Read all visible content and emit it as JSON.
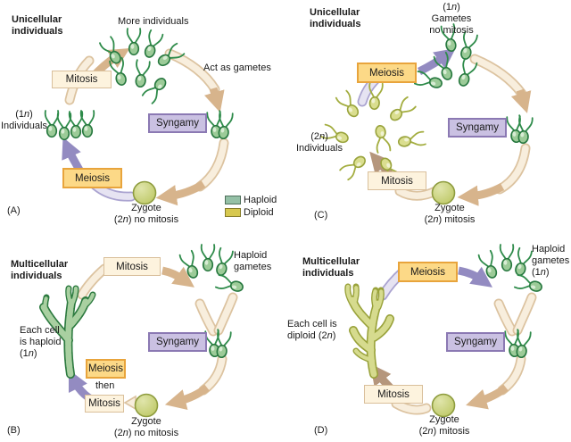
{
  "panels": {
    "a": {
      "letter": "(A)",
      "title": "Unicellular\nindividuals",
      "more_individuals": "More individuals",
      "act_as_gametes": "Act as gametes",
      "mitosis": "Mitosis",
      "syngamy": "Syngamy",
      "meiosis": "Meiosis",
      "individuals": "(1n)\nIndividuals",
      "zygote": "Zygote\n(2n) no mitosis"
    },
    "b": {
      "letter": "(B)",
      "title": "Multicellular\nindividuals",
      "mitosis_top": "Mitosis",
      "haploid_gametes": "Haploid\ngametes",
      "each_cell": "Each cell\nis haploid\n(1n)",
      "syngamy": "Syngamy",
      "meiosis": "Meiosis",
      "then": "then",
      "mitosis_bottom": "Mitosis",
      "zygote": "Zygote\n(2n) no mitosis"
    },
    "c": {
      "letter": "(C)",
      "title": "Unicellular\nindividuals",
      "gametes": "(1n)\nGametes\nno mitosis",
      "meiosis": "Meiosis",
      "syngamy": "Syngamy",
      "mitosis": "Mitosis",
      "individuals": "(2n)\nIndividuals",
      "zygote": "Zygote\n(2n) mitosis"
    },
    "d": {
      "letter": "(D)",
      "title": "Multicellular\nindividuals",
      "meiosis": "Meiosis",
      "haploid_gametes": "Haploid\ngametes\n(1n)",
      "each_cell": "Each cell is\ndiploid (2n)",
      "syngamy": "Syngamy",
      "mitosis": "Mitosis",
      "zygote": "Zygote\n(2n) mitosis"
    }
  },
  "legend": {
    "haploid": "Haploid",
    "diploid": "Diploid",
    "haploid_color": "#94c0a6",
    "diploid_color": "#d7c84f"
  },
  "colors": {
    "haploid_organism": "#9ccb98",
    "diploid_organism": "#dade8f",
    "mitosis_box": "#fdf3de",
    "meiosis_box": "#fcd987",
    "syngamy_box": "#cac1e2",
    "arrow_tan": "#d7b48c",
    "arrow_purple": "#938bc1",
    "arrow_brown": "#b5967c",
    "zygote_fill": "#c3cd6d"
  }
}
